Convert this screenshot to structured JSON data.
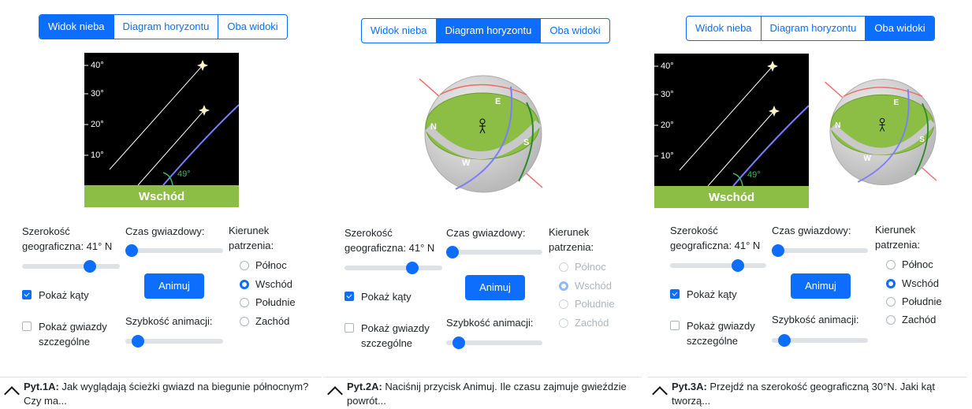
{
  "tabs": [
    "Widok nieba",
    "Diagram horyzontu",
    "Oba widoki"
  ],
  "panels": [
    {
      "active_tab": 0,
      "direction_label": "Wschód",
      "angle_label": "49°",
      "question": {
        "id": "Pyt.1A:",
        "text": " Jak wyglądają ścieżki gwiazd na biegunie północnym? Czy ma..."
      },
      "radios_enabled": true
    },
    {
      "active_tab": 1,
      "question": {
        "id": "Pyt.2A:",
        "text": " Naciśnij przycisk Animuj. Ile czasu zajmuje gwieździe powrót..."
      },
      "radios_enabled": false
    },
    {
      "active_tab": 2,
      "direction_label": "Wschód",
      "angle_label": "49°",
      "question": {
        "id": "Pyt.3A:",
        "text": " Przejdź na szerokość geograficzną 30°N. Jaki kąt tworzą..."
      },
      "radios_enabled": true
    }
  ],
  "sky_ticks": [
    "40°",
    "30°",
    "20°",
    "10°"
  ],
  "globe_letters": {
    "n": "N",
    "e": "E",
    "s": "S",
    "w": "W"
  },
  "controls": {
    "latitude_label": "Szerokość geograficzna: 41° N",
    "latitude_value": 41,
    "sidereal_label": "Czas gwiazdowy:",
    "animate_button": "Animuj",
    "show_angles": "Pokaż kąty",
    "show_angles_checked": true,
    "show_special_stars": "Pokaż gwiazdy szczególne",
    "show_special_checked": false,
    "speed_label": "Szybkość animacji:",
    "direction_label": "Kierunek patrzenia:",
    "directions": [
      "Północ",
      "Wschód",
      "Południe",
      "Zachód"
    ],
    "direction_selected": 1
  },
  "colors": {
    "accent": "#0d6efd",
    "ground": "#8cbd45",
    "sky": "#000000",
    "horizon_path": "#7b7cff",
    "angle": "#3fb75a"
  }
}
